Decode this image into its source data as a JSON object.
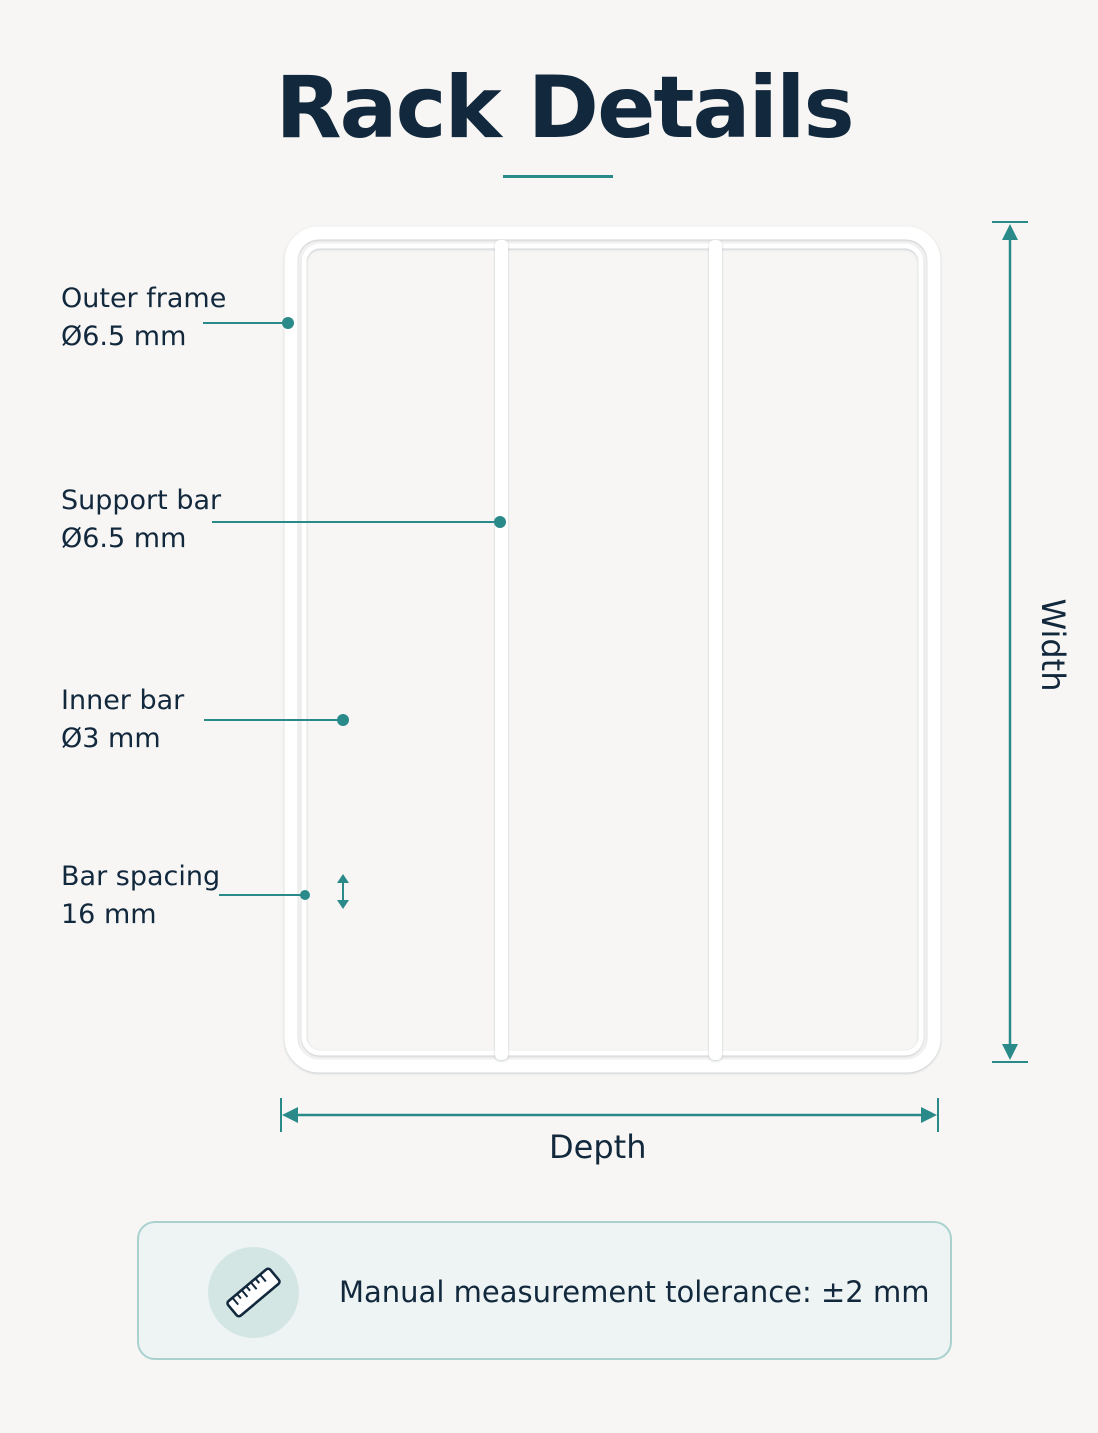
{
  "title": "Rack Details",
  "callouts": {
    "outer_frame": {
      "name": "Outer frame",
      "size": "Ø6.5 mm"
    },
    "support_bar": {
      "name": "Support bar",
      "size": "Ø6.5 mm"
    },
    "inner_bar": {
      "name": "Inner bar",
      "size": "Ø3 mm"
    },
    "bar_spacing": {
      "name": "Bar spacing",
      "size": "16 mm"
    }
  },
  "dimensions": {
    "depth_label": "Depth",
    "width_label": "Width"
  },
  "tolerance_note": "Manual measurement tolerance: ±2 mm",
  "icons": {
    "tolerance": "ruler-icon",
    "spacing": "double-arrow-icon"
  },
  "colors": {
    "accent": "#2a8a8a",
    "title": "#12283d",
    "rack": "#ffffff",
    "background": "#f7f6f4"
  }
}
